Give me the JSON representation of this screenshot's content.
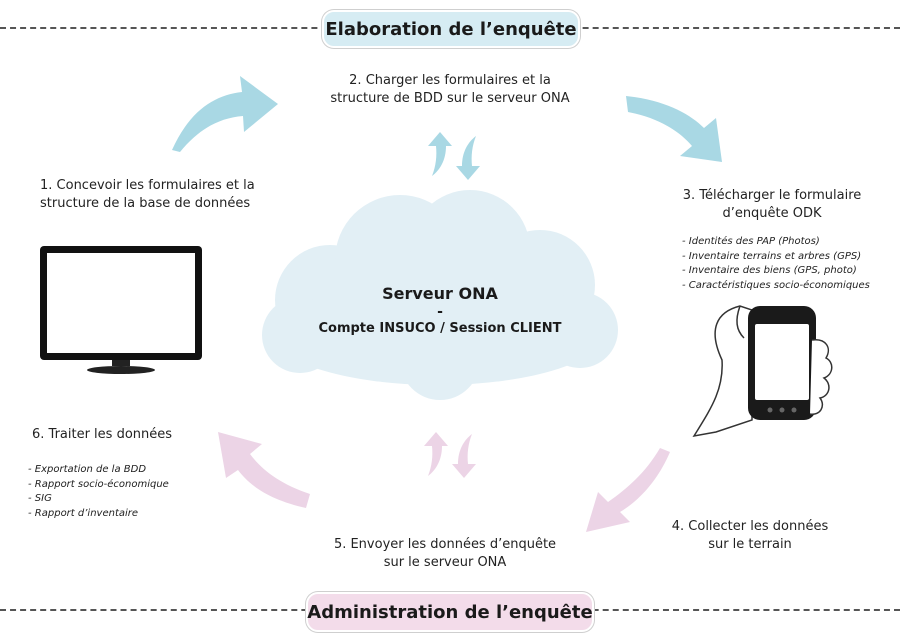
{
  "header": {
    "title": "Elaboration de l’enquête",
    "color": "#d6ecf3"
  },
  "footer": {
    "title": "Administration de l’enquête",
    "color": "#f3dcea"
  },
  "cloud": {
    "title": "Serveur ONA",
    "separator": "-",
    "subtitle": "Compte INSUCO / Session CLIENT"
  },
  "steps": {
    "s1": {
      "line1": "1. Concevoir les formulaires et la",
      "line2": "structure de la base de données"
    },
    "s2": {
      "line1": "2. Charger les formulaires et la",
      "line2": "structure de BDD sur le serveur ONA"
    },
    "s3": {
      "line1": "3. Télécharger le formulaire",
      "line2": "d’enquête ODK",
      "items": [
        "Identités des PAP (Photos)",
        "Inventaire terrains et arbres (GPS)",
        "Inventaire des biens (GPS, photo)",
        "Caractéristiques socio-économiques"
      ]
    },
    "s4": {
      "line1": "4. Collecter les données",
      "line2": "sur le terrain"
    },
    "s5": {
      "line1": "5. Envoyer les données d’enquête",
      "line2": "sur le serveur ONA"
    },
    "s6": {
      "line1": "6. Traiter les données",
      "items": [
        "Exportation de la BDD",
        "Rapport socio-économique",
        "SIG",
        "Rapport d’inventaire"
      ]
    }
  },
  "colors": {
    "blue_arrow": "#a9d8e4",
    "pink_arrow": "#ecd4e6",
    "cloud": "#e2eff5"
  },
  "icons": [
    "monitor-icon",
    "smartphone-icon",
    "sync-icon",
    "arrow-icon"
  ]
}
